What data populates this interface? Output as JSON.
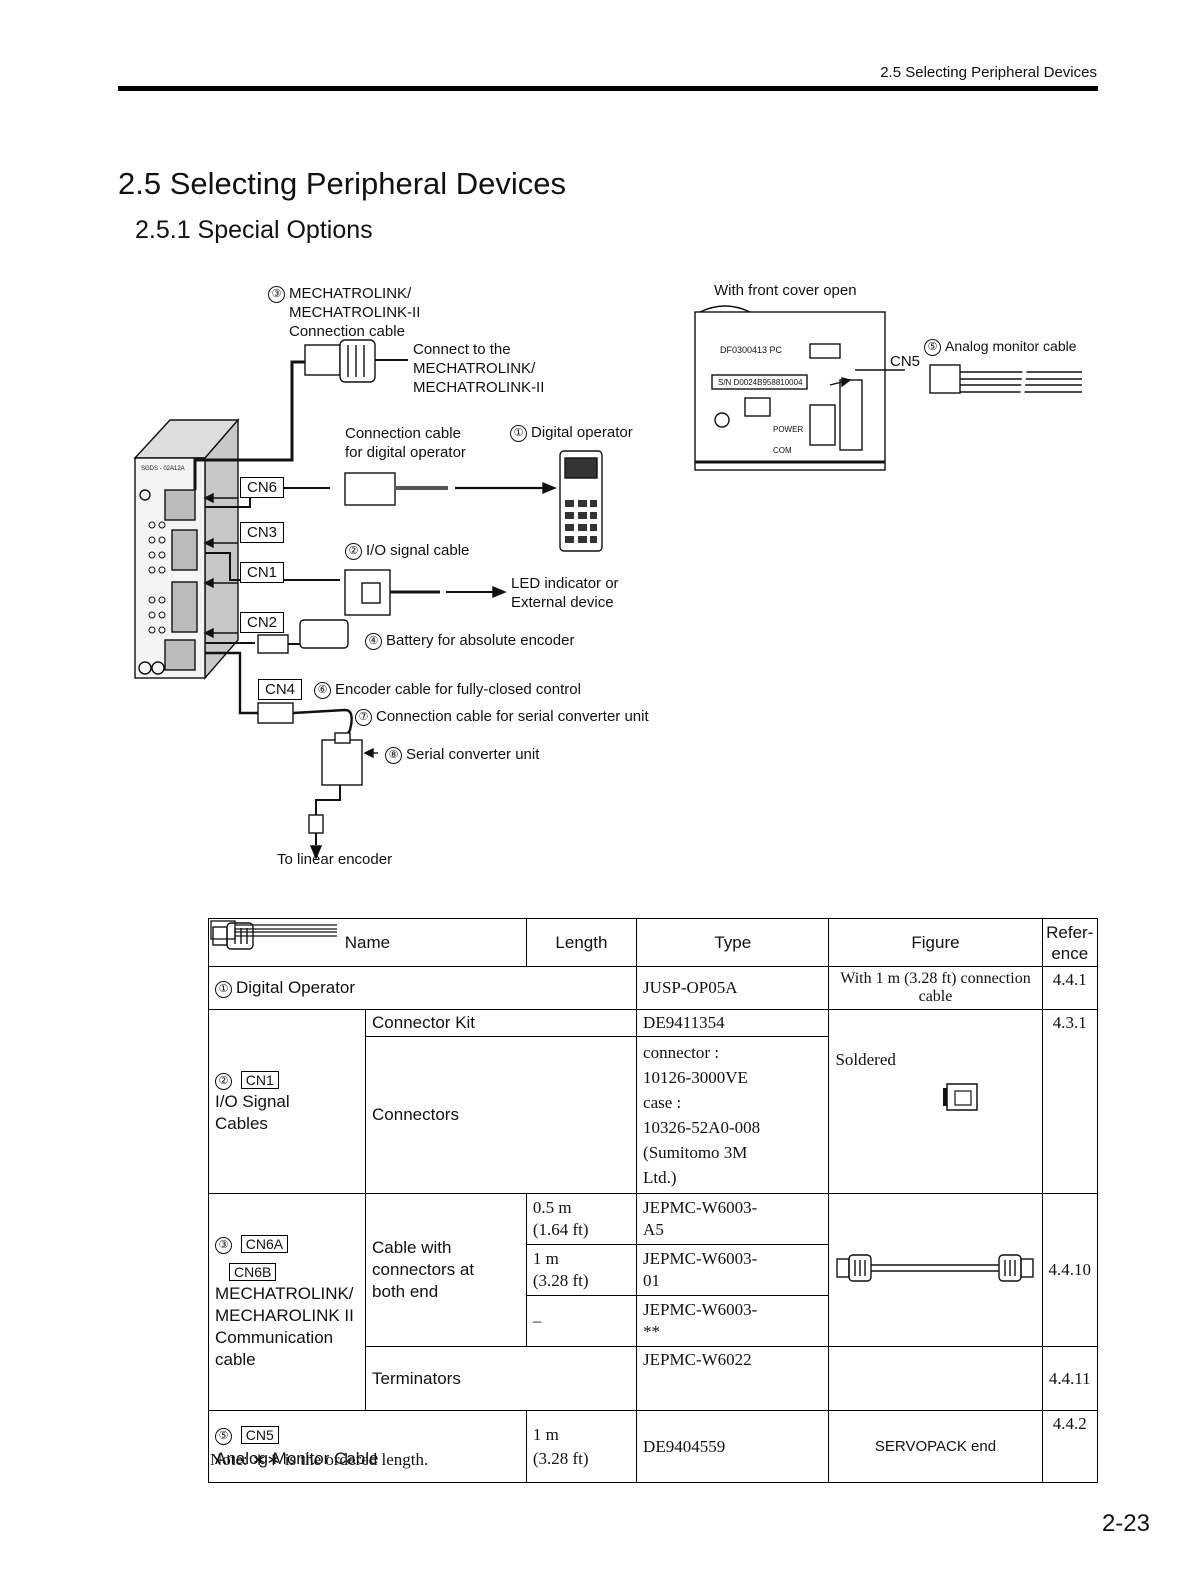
{
  "header": {
    "running_title": "2.5  Selecting Peripheral Devices"
  },
  "section": {
    "title": "2.5  Selecting Peripheral Devices",
    "subtitle": "2.5.1  Special Options"
  },
  "diagram": {
    "c3_num": "③",
    "mechatrolink_label": "MECHATROLINK/\nMECHATROLINK-II\nConnection cable",
    "connect_to": "Connect to the\nMECHATROLINK/\nMECHATROLINK-II",
    "front_cover": "With front cover open",
    "c5_num": "⑤",
    "analog_cable": "Analog monitor cable",
    "cn5": "CN5",
    "df_label": "DF0300413  PC",
    "sn_label": "S/N D0024B958810004",
    "power": "POWER",
    "com": "COM",
    "op_cable": "Connection cable\nfor digital operator",
    "c1_num": "①",
    "digital_operator": "Digital operator",
    "cn6": "CN6",
    "cn3": "CN3",
    "cn1": "CN1",
    "cn2": "CN2",
    "cn4": "CN4",
    "c2_num": "②",
    "io_cable": "I/O signal cable",
    "led": "LED indicator or\nExternal device",
    "c4_num": "④",
    "battery": "Battery for absolute encoder",
    "c6_num": "⑥",
    "encoder_cable": "Encoder cable for fully-closed control",
    "c7_num": "⑦",
    "serial_cable": "Connection cable for serial converter unit",
    "c8_num": "⑧",
    "serial_unit": "Serial converter unit",
    "to_linear": "To linear encoder",
    "servopack_model": "SGDS - 02A12A"
  },
  "table": {
    "headers": [
      "Name",
      "Length",
      "Type",
      "Figure",
      "Refer-\nence"
    ],
    "row1": {
      "num": "①",
      "name": "Digital Operator",
      "type": "JUSP-OP05A",
      "figure": "With 1 m (3.28 ft) connection cable",
      "ref": "4.4.1"
    },
    "row2": {
      "num": "②",
      "cn": "CN1",
      "name": "I/O Signal\nCables",
      "kit": "Connector Kit",
      "kit_type": "DE9411354",
      "ref": "4.3.1",
      "connectors": "Connectors",
      "conn_type": "connector :\n10126-3000VE\ncase :\n10326-52A0-008\n(Sumitomo 3M\n Ltd.)",
      "figure": "Soldered"
    },
    "row3": {
      "num": "③",
      "cn_a": "CN6A",
      "cn_b": "CN6B",
      "name": "MECHATROLINK/\nMECHAROLINK II\nCommunication\ncable",
      "cable": "Cable with\nconnectors at\nboth end",
      "len1": "0.5 m\n(1.64 ft)",
      "type1": "JEPMC-W6003-\nA5",
      "len2": "1 m\n(3.28 ft)",
      "type2": "JEPMC-W6003-\n01",
      "len3": "–",
      "type3": "JEPMC-W6003-\n**",
      "ref": "4.4.10",
      "terminators": "Terminators",
      "term_type": "JEPMC-W6022",
      "term_ref": "4.4.11"
    },
    "row4": {
      "num": "⑤",
      "cn": "CN5",
      "name": "Analog Monitor Cable",
      "len": "1 m\n(3.28 ft)",
      "type": "DE9404559",
      "figure": "SERVOPACK end",
      "ref": "4.4.2"
    }
  },
  "note": "Note:  ∗∗  is the ordered length.",
  "page_number": "2-23"
}
